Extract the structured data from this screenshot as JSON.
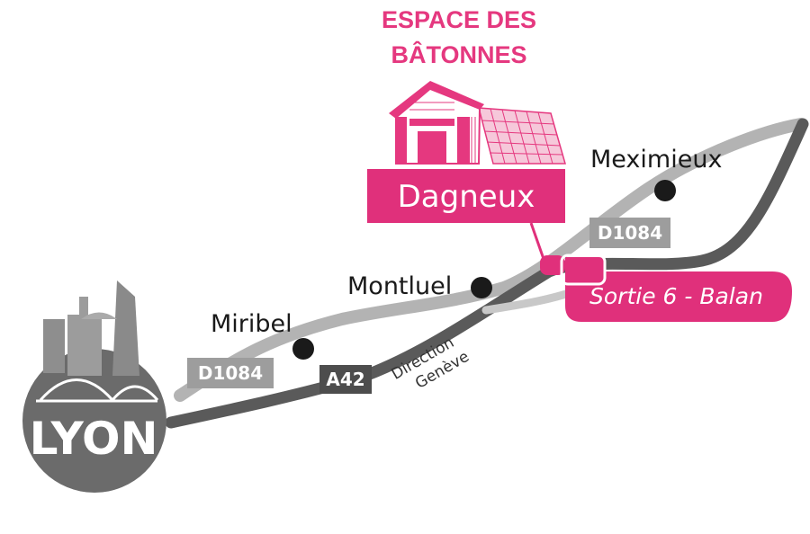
{
  "venue": {
    "line1": "ESPACE DES",
    "line2": "BÂTONNES"
  },
  "destination": {
    "label": "Dagneux"
  },
  "exit": {
    "label": "Sortie  6 - Balan"
  },
  "city": {
    "label": "LYON"
  },
  "towns": {
    "meximieux": "Meximieux",
    "montluel": "Montluel",
    "miribel": "Miribel"
  },
  "roads": {
    "d1084_west": "D1084",
    "d1084_east": "D1084",
    "a42": "A42"
  },
  "direction": {
    "line1": "Direction",
    "line2": "Genève"
  },
  "colors": {
    "accent": "#e5387f",
    "motorway": "#5a5a5a",
    "departmental": "#b3b3b3",
    "city": "#6b6b6b",
    "badge_light": "#9d9d9d",
    "badge_dark": "#4d4d4d"
  },
  "icons": {
    "venue": "warehouse-icon",
    "city": "lyon-skyline-icon"
  }
}
